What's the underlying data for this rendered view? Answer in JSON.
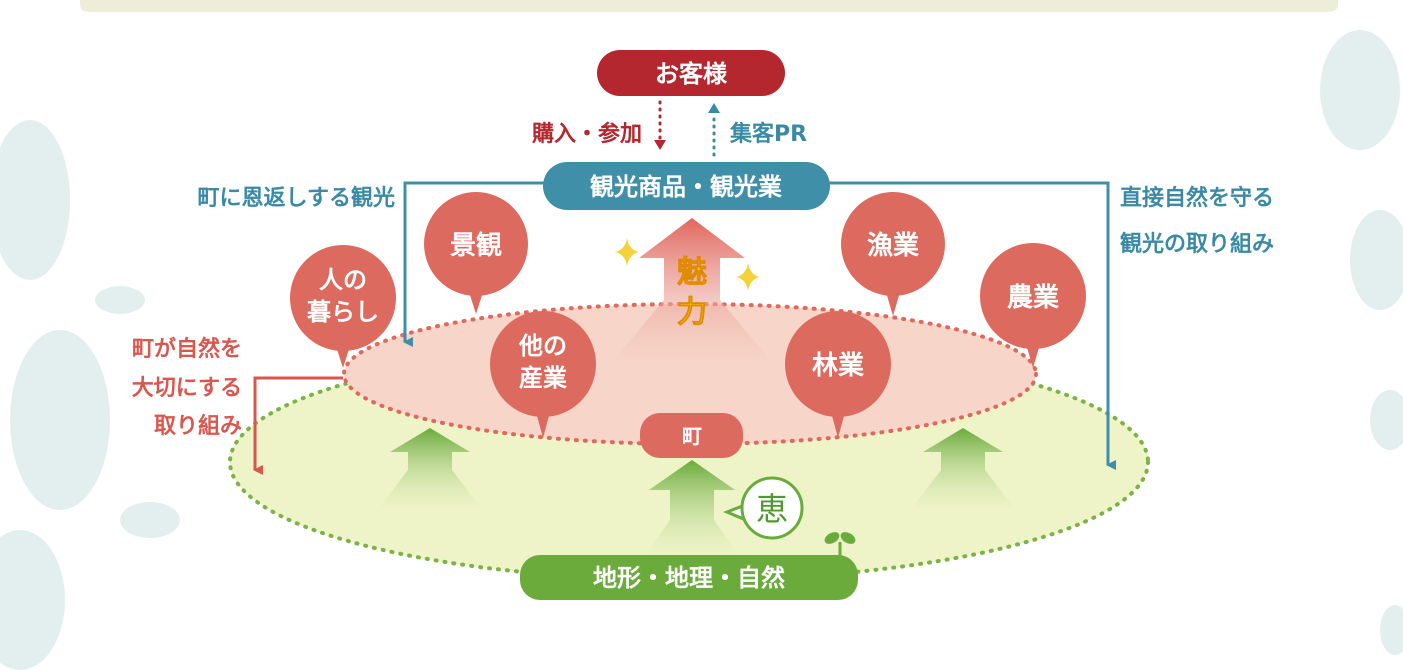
{
  "customer": "お客様",
  "purchase": "購入・参加",
  "promotion": "集客PR",
  "tourism_products": "観光商品・観光業",
  "left_label": "町に恩返しする観光",
  "right_label": [
    "直接自然を守る",
    "観光の取り組み"
  ],
  "town_care_label": [
    "町が自然を",
    "大切にする",
    "取り組み"
  ],
  "balloons": {
    "life": [
      "人の",
      "暮らし"
    ],
    "scenery": "景観",
    "other_industry": [
      "他の",
      "産業"
    ],
    "fishery": "漁業",
    "agriculture": "農業",
    "forestry": "林業"
  },
  "charm": [
    "魅",
    "力"
  ],
  "town": "町",
  "blessing": "恵",
  "nature": "地形・地理・自然",
  "colors": {
    "red": "#b5272e",
    "teal": "#3f8fa8",
    "balloon": "#dd6a5f",
    "green": "#6aab3c"
  }
}
